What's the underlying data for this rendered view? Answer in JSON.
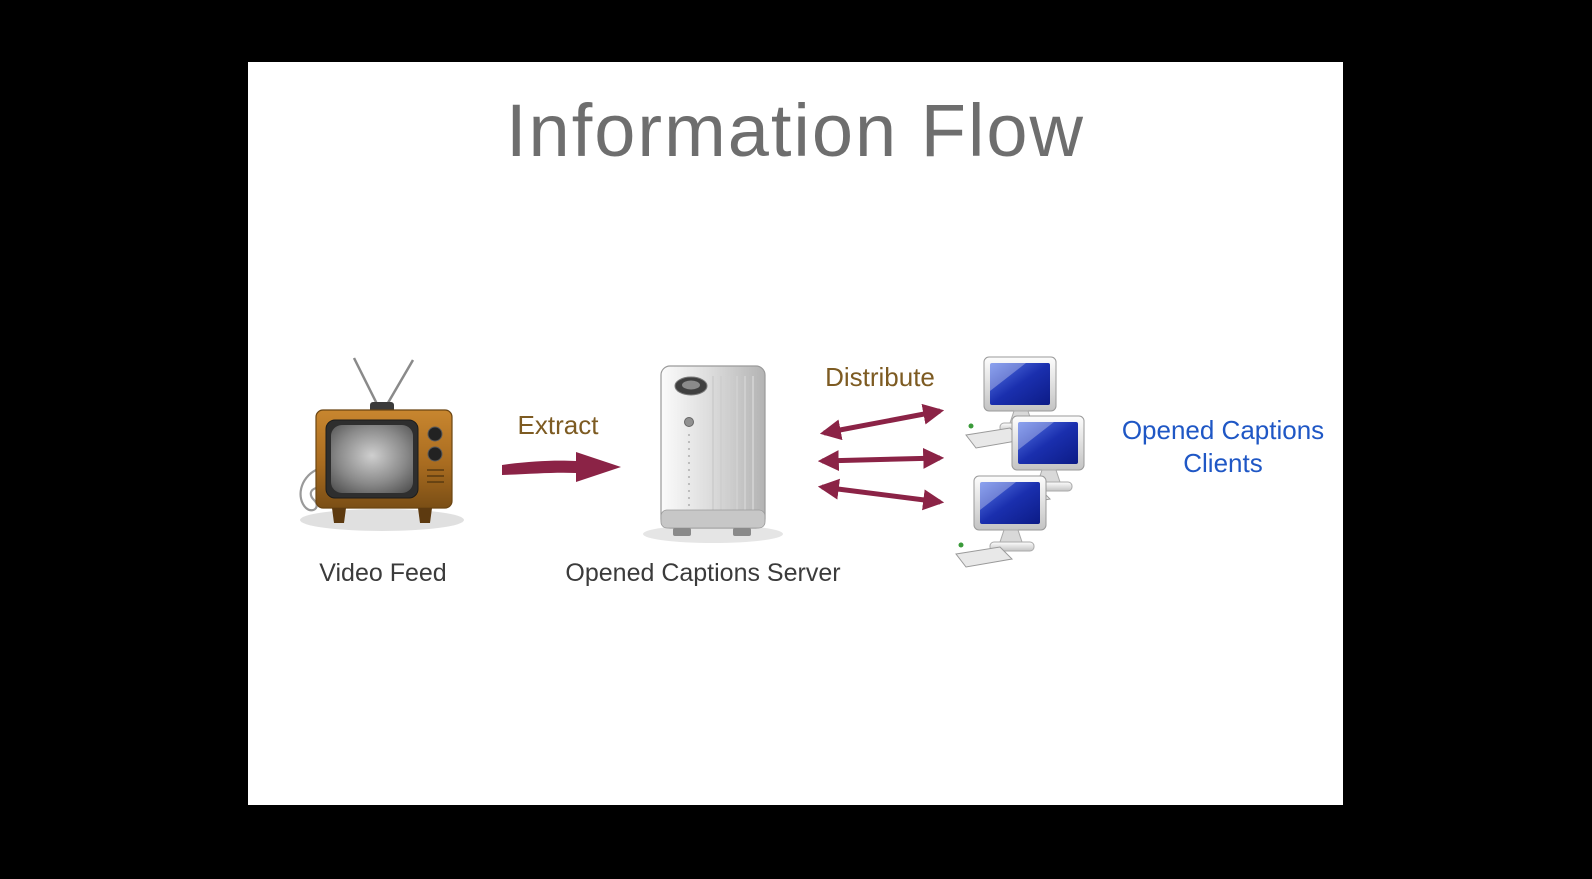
{
  "slide": {
    "title": "Information Flow"
  },
  "nodes": {
    "video_feed": {
      "label": "Video Feed",
      "icon": "tv-icon"
    },
    "server": {
      "label": "Opened Captions Server",
      "icon": "server-icon"
    },
    "clients": {
      "label": "Opened Captions Clients",
      "icon": "client-computer-icon",
      "count": 3
    }
  },
  "edges": {
    "extract": {
      "label": "Extract",
      "direction": "one-way"
    },
    "distribute": {
      "label": "Distribute",
      "direction": "two-way",
      "arrow_count": 3
    }
  },
  "colors": {
    "page_background": "#000000",
    "slide_background": "#ffffff",
    "title_text": "#6e6e6e",
    "arrow": "#8b2346",
    "edge_label_text": "#7d5b22",
    "node_label_text": "#3b3b3b",
    "clients_label_text": "#1f57c5",
    "tv_body": "#b2762a",
    "client_screen": "#1a2fae"
  }
}
